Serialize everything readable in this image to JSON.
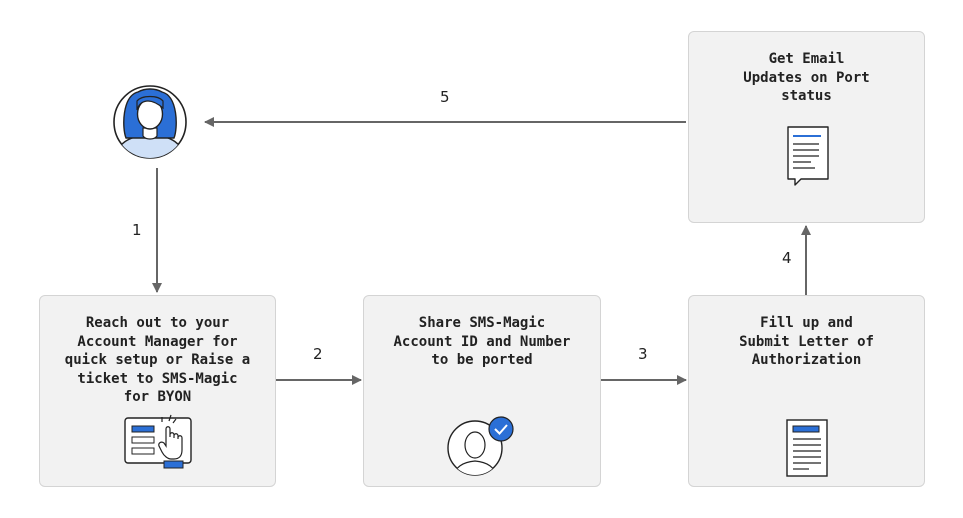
{
  "steps": [
    {
      "number": "1",
      "text": "Reach out to your\nAccount Manager for\nquick setup or Raise a\nticket to SMS-Magic\nfor BYON"
    },
    {
      "number": "2",
      "text": "Share SMS-Magic\nAccount ID and Number\nto be ported"
    },
    {
      "number": "3",
      "text": "Fill up and\nSubmit Letter of\nAuthorization"
    },
    {
      "number": "4",
      "text": "Get Email\nUpdates on Port\nstatus"
    },
    {
      "number": "5",
      "text": ""
    }
  ],
  "colors": {
    "accent": "#2b6fd6",
    "avatar_fill": "#cfe0f7",
    "arrow": "#6b6b6b",
    "box_bg": "#f2f2f2"
  },
  "icons": [
    "user-avatar-icon",
    "click-form-icon",
    "verified-user-icon",
    "document-form-icon",
    "email-message-icon"
  ]
}
